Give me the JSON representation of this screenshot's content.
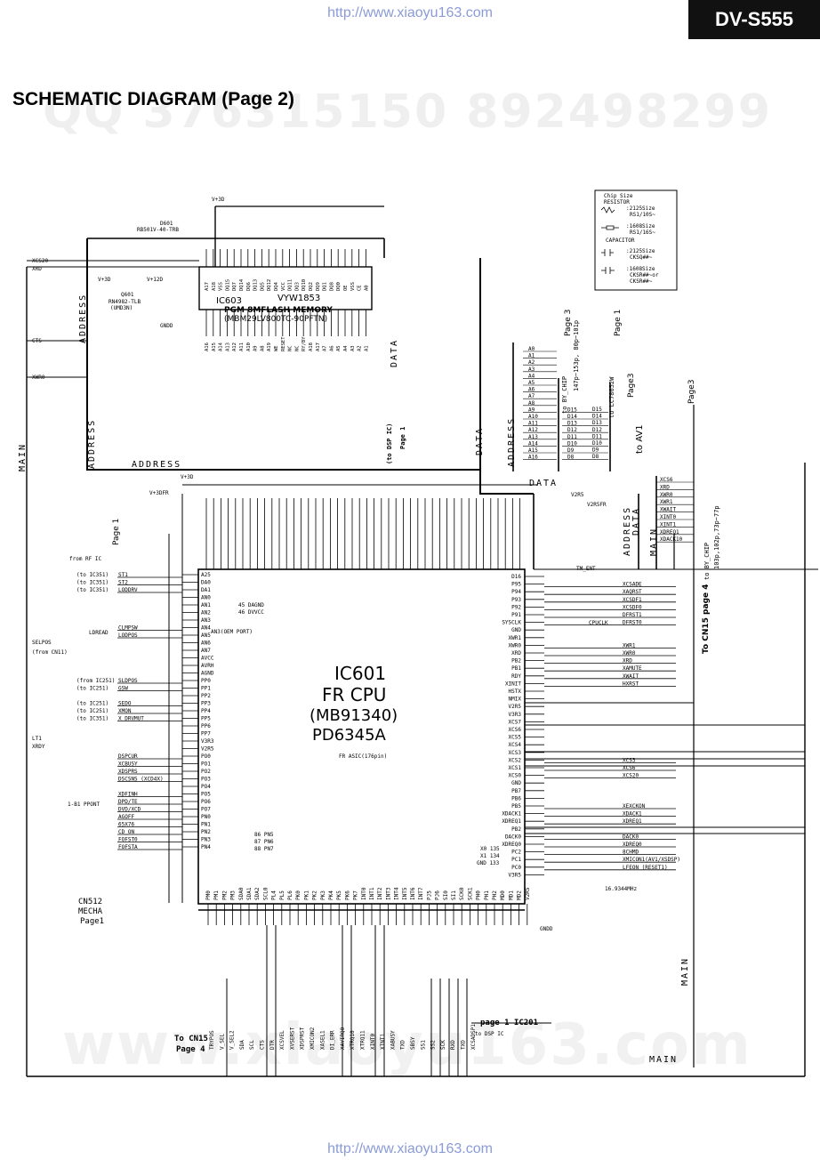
{
  "header": {
    "url_top": "http://www.xiaoyu163.com",
    "url_bottom": "http://www.xiaoyu163.com",
    "model": "DV-S555",
    "title": "SCHEMATIC DIAGRAM (Page 2)",
    "watermark_top": "QQ 376315150   892498299",
    "watermark_bottom": "www.xiaoyu163.com"
  },
  "chip_size_legend": {
    "title": "Chip Size",
    "resistor": "RESISTOR",
    "r1": ":2125Size",
    "r1b": "RS1/10S~",
    "r2": ":1608Size",
    "r2b": "RS1/16S~",
    "capacitor": "CAPACITOR",
    "c1": ":2125Size",
    "c1b": "CKSQ##~",
    "c2": ":1608Size",
    "c2b": "CKSR##~or",
    "c2c": "CKSR##~"
  },
  "ic603": {
    "ref": "IC603",
    "part": "VYW1853",
    "desc": "PGM 8MFLASH MEMORY",
    "model": "(MBM29LV800TC-90PFTN)"
  },
  "ic601": {
    "ref": "IC601",
    "name": "FR CPU",
    "model": "(MB91340)",
    "part": "PD6345A",
    "desc": "FR ASIC(176pin)"
  },
  "labels": {
    "v3d": "V+3D",
    "v3dfr": "V+3DFR",
    "v2r5": "V2R5",
    "v2r5fr": "V2R5FR",
    "v12d": "V+12D",
    "gndd": "GNDD",
    "d601": "D601",
    "d601_part": "RB501V-40-TRB",
    "q601": "Q601",
    "q601_part": "RN4982-TLB",
    "q601_pkg": "(UMD3N)",
    "xcs20": "XCS20",
    "xrd": "XRD",
    "cts": "CTS",
    "xwr0": "XWR0",
    "main": "MAIN",
    "address": "ADDRESS",
    "data": "DATA",
    "page1": "Page 1",
    "page3": "Page 3",
    "page3b": "Page3",
    "to_dsp_ic": "(to DSP IC)",
    "to_dsp_page1": "Page 1",
    "to_by_chip": "to BY_CHIP",
    "to_by_chip_val": "147p~153p, 80p~101p",
    "to_lc": "to LC78652W",
    "to_av1": "to AV1",
    "to_cn15_page4": "To CN15 page 4",
    "to_by_chip2": "to BY_CHIP",
    "to_by_chip2_val": "103p,102p,73p~77p",
    "from_rf_ic": "from RF IC",
    "ldread": "LDREAD",
    "selpos": "SELPOS",
    "from_cn11": "(from CN11)",
    "lt1": "LT1",
    "xrdy": "XRDY",
    "ppont": "1-B1 PPONT",
    "cn512": "CN512",
    "mecha": "MECHA",
    "cn512_page": "Page1",
    "to_cn15": "To CN15",
    "to_cn15_page": "Page 4",
    "page1_ic201": "page 1 IC201",
    "to_dsp_ic2": "to DSP IC",
    "tm_ent": "TM_ENT",
    "cpuclk": "CPUCLK",
    "dagnd": "45 DAGND",
    "dvvcc": "46 DVVCC",
    "oem_port": "AN3(OEM PORT)",
    "pn5": "86 PN5",
    "pn6": "87 PN6",
    "pn7": "88 PN7",
    "xsel": "X0 135",
    "x1": "X1 134",
    "gnd133": "GND 133",
    "ebus": "16.9344MHz"
  },
  "left_pins": [
    "A25",
    "DA0",
    "DA1",
    "AN0",
    "AN1",
    "AN2",
    "AN3",
    "AN4",
    "AN5",
    "AN6",
    "AN7",
    "AVCC",
    "AVRH",
    "AGND",
    "PP0",
    "PP1",
    "PP2",
    "PP3",
    "PP4",
    "PP5",
    "PP6",
    "PP7",
    "V3R3",
    "V2R5",
    "PO0",
    "PO1",
    "PO2",
    "PO3",
    "PO4",
    "PO5",
    "PO6",
    "PO7",
    "PN0",
    "PN1",
    "PN2",
    "PN3",
    "PN4"
  ],
  "left_signals": [
    "ST1",
    "ST2",
    "LODDRV",
    "",
    "",
    "",
    "",
    "CLMPSW",
    "LODPOS",
    "",
    "",
    "",
    "",
    "",
    "SLDPOS",
    "GSW",
    "",
    "SEDO",
    "XMON",
    "X DRVMUT",
    "",
    "",
    "",
    "",
    "DSPCUR",
    "XCBUSY",
    "XDSPRS",
    "DSCSNS (XCD4X)",
    "",
    "XDFINH",
    "DPD/TE",
    "DVD/XCD",
    "AGOFF",
    "65X76",
    "CD_ON",
    "FOFST0",
    "FOFSTA"
  ],
  "left_from": [
    "(to IC351)",
    "(to IC351)",
    "(to IC351)",
    "",
    "",
    "",
    "",
    "",
    "",
    "",
    "",
    "",
    "",
    "",
    "(from IC251)",
    "(to IC251)",
    "",
    "(to IC251)",
    "(to IC251)",
    "(to IC351)"
  ],
  "right_pins": [
    "D16",
    "P95",
    "P94",
    "P93",
    "P92",
    "P91",
    "SYSCLK",
    "GND",
    "XWR1",
    "XWR0",
    "XRD",
    "PB2",
    "PB1",
    "RDY",
    "XINIT",
    "HSTX",
    "NMIX",
    "V2R5",
    "V3R3",
    "XCS7",
    "XCS6",
    "XCS5",
    "XCS4",
    "XCS3",
    "XCS2",
    "XCS1",
    "XCS0",
    "GND",
    "PB7",
    "PB6",
    "PB5",
    "XDACK1",
    "XDREQ1",
    "PB2",
    "DACK0",
    "XDREQ0",
    "PC2",
    "PC1",
    "PC0",
    "V3R5"
  ],
  "right_signals": [
    "",
    "XCSADE",
    "XAQRST",
    "XCSDF1",
    "XCSDF0",
    "DFRST1",
    "DFRST0",
    "",
    "",
    "XWR1",
    "XWR0",
    "XRD",
    "XAMUTE",
    "XWAIT",
    "HXRST",
    "",
    "",
    "",
    "",
    "",
    "",
    "",
    "",
    "",
    "XCS3",
    "XCS6",
    "XCS20",
    "",
    "",
    "",
    "XEXCKON",
    "XDACK1",
    "XDREQ1",
    "",
    "DACK0",
    "XDREQ0",
    "8CHMD",
    "XMICON1(AV1/XSDSP)",
    "LFEON (RESET1)",
    ""
  ],
  "right_bus": [
    "XCS6",
    "XRD",
    "XWR0",
    "XWR1",
    "XWAIT",
    "XINT0",
    "XINT1",
    "XDREQ1",
    "XDACK10"
  ],
  "top_pins_ic603": [
    "A17",
    "A18",
    "VSS",
    "DQ15",
    "DQ7",
    "DQ14",
    "DQ6",
    "DQ13",
    "DQ5",
    "DQ12",
    "DQ4",
    "VCC",
    "DQ11",
    "DQ3",
    "DQ10",
    "DQ2",
    "DQ9",
    "DQ1",
    "DQ8",
    "DQ0",
    "OE",
    "VSS",
    "CE",
    "A0"
  ],
  "bot_pins_ic603": [
    "A16",
    "A15",
    "A14",
    "A13",
    "A12",
    "A11",
    "A10",
    "A9",
    "A8",
    "A19",
    "WE",
    "RESET",
    "NC",
    "NC",
    "RY/BY",
    "A18",
    "A17",
    "A7",
    "A6",
    "A5",
    "A4",
    "A3",
    "A2",
    "A1"
  ],
  "addr_map": [
    [
      "A0",
      ""
    ],
    [
      "A1",
      ""
    ],
    [
      "A2",
      ""
    ],
    [
      "A3",
      ""
    ],
    [
      "A4",
      ""
    ],
    [
      "A5",
      ""
    ],
    [
      "A6",
      ""
    ],
    [
      "A7",
      ""
    ],
    [
      "A8",
      ""
    ],
    [
      "A9",
      "D15"
    ],
    [
      "A10",
      "D14"
    ],
    [
      "A11",
      "D13"
    ],
    [
      "A12",
      "D12"
    ],
    [
      "A13",
      "D11"
    ],
    [
      "A14",
      "D10"
    ],
    [
      "A15",
      "D9"
    ],
    [
      "A16",
      "D8"
    ]
  ],
  "data_map": [
    "D15",
    "D14",
    "D13",
    "D12",
    "D11",
    "D10",
    "D9",
    "D8"
  ],
  "bottom_pins": [
    "PM0",
    "PM1",
    "PM2",
    "PM3",
    "SDA0",
    "SDA1",
    "SDA2",
    "SCL0",
    "PL4",
    "PL5",
    "PL6",
    "PK0",
    "PK1",
    "PK2",
    "PK3",
    "PK4",
    "PK5",
    "PK6",
    "PK7",
    "INT0",
    "INT1",
    "INT2",
    "INT3",
    "INT4",
    "INT5",
    "INT6",
    "INT7",
    "PJ5",
    "PJ6",
    "SI0",
    "SI1",
    "SCK0",
    "SCK1",
    "PH0",
    "PH1",
    "PH2",
    "MD0",
    "MD1",
    "MD2",
    "V2R5"
  ],
  "bottom_signals": [
    "TRYPOS",
    "V_SEL",
    "V_SEL2",
    "SDA",
    "SCL",
    "CTS",
    "DTR",
    "XCSVEL",
    "XVSERST",
    "XDSPRST",
    "XMICON2",
    "XASEL1",
    "DI_ERR",
    "XAVIRQ0",
    "XTRQ10",
    "XTRQ11",
    "XINT0",
    "XINT1",
    "XABUSY",
    "TXD",
    "SBSY",
    "SS1",
    "SS2",
    "SCK",
    "RXD",
    "TXD",
    "XCSADSP1"
  ]
}
